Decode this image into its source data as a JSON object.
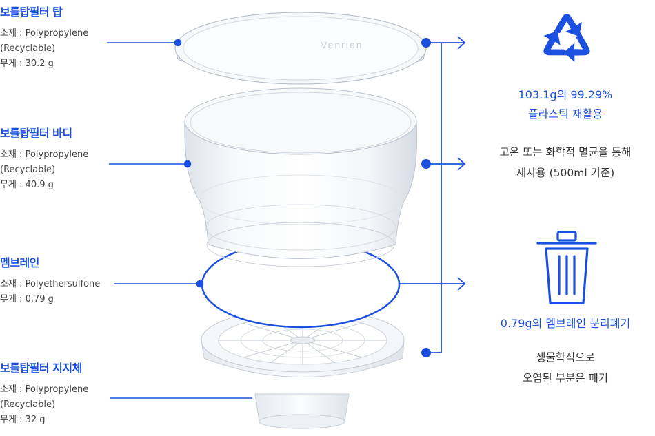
{
  "parts": [
    {
      "title": "보틀탑필터 탑",
      "lines": [
        "소재 : Polypropylene",
        "(Recyclable)",
        "무게 : 30.2 g"
      ]
    },
    {
      "title": "보틀탑필터 바디",
      "lines": [
        "소재 : Polypropylene",
        "(Recyclable)",
        "무게 : 40.9 g"
      ]
    },
    {
      "title": "멤브레인",
      "lines": [
        "소재 : Polyethersulfone",
        "무게 : 0.79 g"
      ]
    },
    {
      "title": "보틀탑필터 지지체",
      "lines": [
        "소재 : Polypropylene",
        "(Recyclable)",
        "무게 : 32 g"
      ]
    }
  ],
  "lid_brand": "Venrion",
  "recycle": {
    "icon": "recycle-icon",
    "headline": [
      "103.1g의 99.29%",
      "플라스틱 재활용"
    ],
    "desc": [
      "고온 또는 화학적 멸균을 통해",
      "재사용 (500ml 기준)"
    ]
  },
  "dispose": {
    "icon": "trash-icon",
    "headline": "0.79g의 멤브레인 분리폐기",
    "desc": [
      "생물학적으로",
      "오염된 부분은 폐기"
    ]
  },
  "colors": {
    "accent": "#1a4fe0",
    "text": "#333333"
  }
}
